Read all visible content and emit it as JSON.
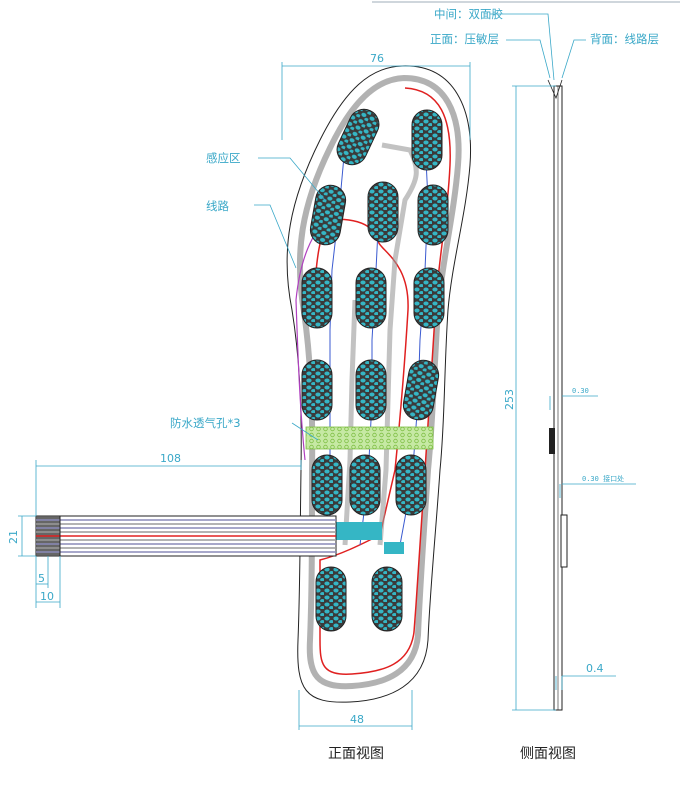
{
  "labels": {
    "middle_layer": "中间：双面胶",
    "front_layer": "正面：压敏层",
    "back_layer": "背面：线路层",
    "sensing_area": "感应区",
    "circuit": "线路",
    "vent_holes": "防水透气孔*3"
  },
  "dimensions": {
    "width_top": "76",
    "tail_length": "108",
    "tail_width": "21",
    "tail_small_a": "5",
    "tail_small_b": "10",
    "height": "253",
    "heel_width": "48",
    "side_thk_1": "0.30",
    "side_thk_2": "0.30 接口处",
    "side_thk_3": "0.4"
  },
  "captions": {
    "front_view": "正面视图",
    "side_view": "侧面视图"
  }
}
